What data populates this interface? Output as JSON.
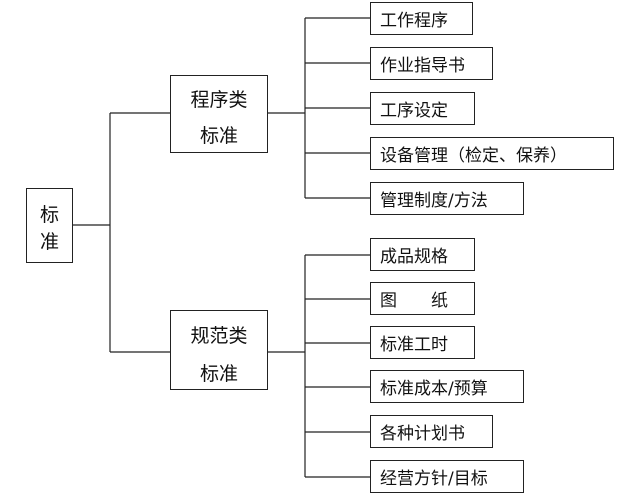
{
  "root": {
    "line1": "标",
    "line2": "准"
  },
  "groups": [
    {
      "line1": "程序类",
      "line2": "标准",
      "items": [
        "工作程序",
        "作业指导书",
        "工序设定",
        "设备管理（检定、保养）",
        "管理制度/方法"
      ]
    },
    {
      "line1": "规范类",
      "line2": "标准",
      "items": [
        "成品规格",
        "图　　纸",
        "标准工时",
        "标准成本/预算",
        "各种计划书",
        "经营方针/目标"
      ]
    }
  ],
  "colors": {
    "line": "#222222",
    "box_border": "#222222",
    "text": "#111111",
    "background": "#ffffff"
  }
}
